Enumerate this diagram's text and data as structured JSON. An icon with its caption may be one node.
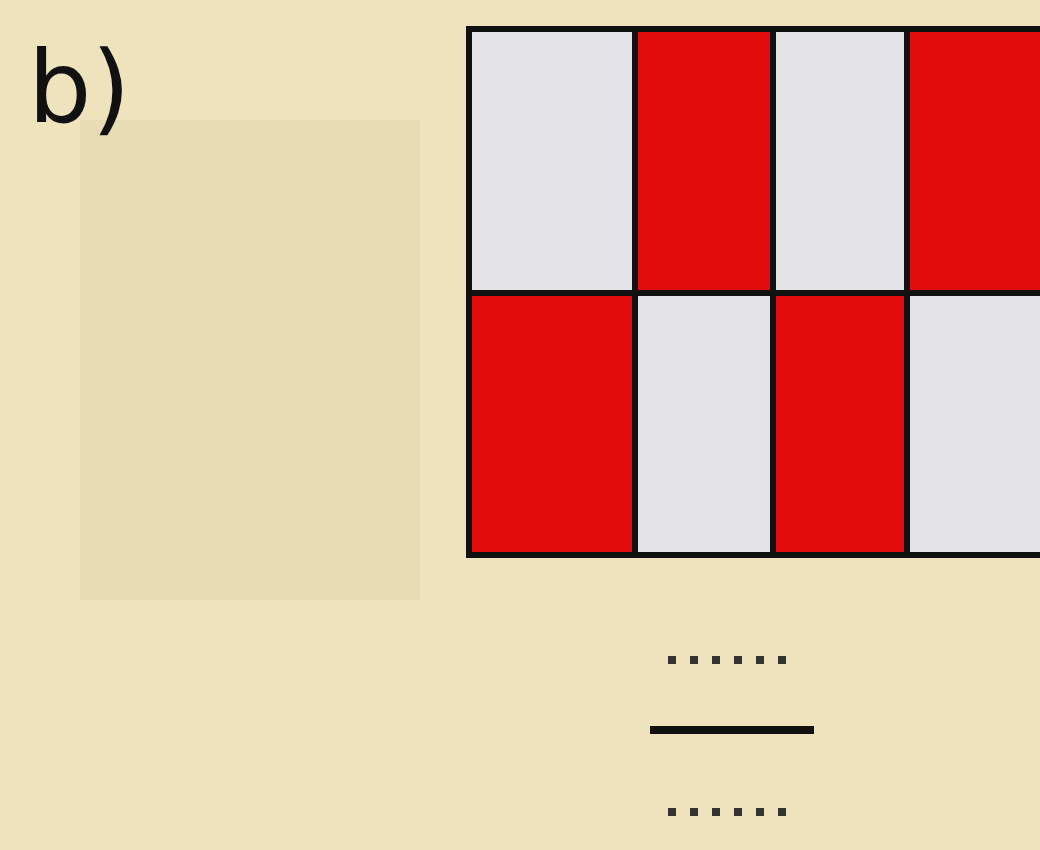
{
  "diagram": {
    "nodes": [
      {
        "text": [],
        "shape": "box"
      },
      {
        "text": [],
        "shape": "box"
      },
      {
        "text": [],
        "shape": "box"
      },
      {
        "text": [],
        "shape": "box"
      },
      {
        "text": [],
        "shape": "box"
      },
      {
        "text": [],
        "shape": "box"
      },
      {
        "text": [],
        "shape": "box"
      },
      {
        "text": [],
        "shape": "box"
      }
    ],
    "labels": [
      "b)"
    ]
  }
}
